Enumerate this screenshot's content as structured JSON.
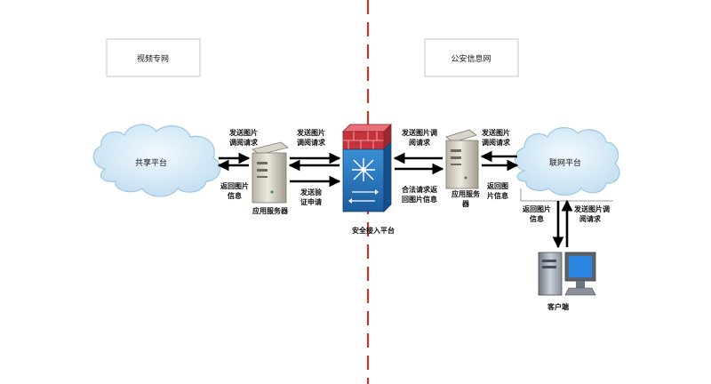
{
  "zones": {
    "left": "视频专网",
    "right": "公安信息网"
  },
  "nodes": {
    "share_platform": "共享平台",
    "left_server": "应用服务器",
    "gateway": "安全接入平台",
    "right_server_line1": "应用服务",
    "right_server_line2": "器",
    "internet_platform": "联网平台",
    "client": "客户端"
  },
  "labels": {
    "l1_send_line1": "发送图片",
    "l1_send_line2": "调阅请求",
    "l1_return_line1": "返回图片",
    "l1_return_line2": "信息",
    "l2_send_line1": "发送图片",
    "l2_send_line2": "调阅请求",
    "l2_verify_line1": "发送验",
    "l2_verify_line2": "证申请",
    "r1_send_line1": "发送图片调",
    "r1_send_line2": "阅请求",
    "r1_return_line1": "合法请求返",
    "r1_return_line2": "回图片信息",
    "r2_send_line1": "发送图片",
    "r2_send_line2": "调阅请求",
    "r2_return_line1": "返回图",
    "r2_return_line2": "片信息",
    "v_return_line1": "返回图片",
    "v_return_line2": "信息",
    "v_send_line1": "发送图片调",
    "v_send_line2": "阅请求"
  },
  "colors": {
    "cloud_fill": "#d4eaf7",
    "cloud_stroke": "#9cc8e4",
    "divider": "#c0392b",
    "firewall_brick": "#c8323c",
    "switch_blue": "#1f6fb5"
  }
}
